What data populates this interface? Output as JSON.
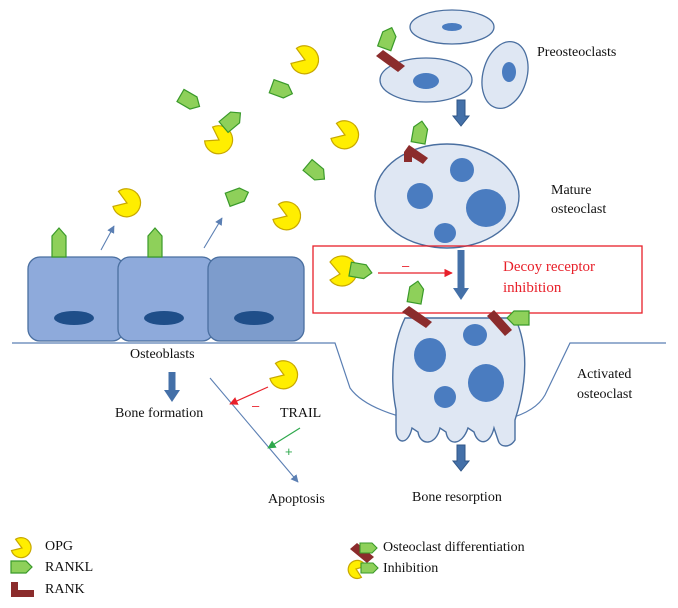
{
  "labels": {
    "preosteoclasts": "Preosteoclasts",
    "mature_osteoclast_line1": "Mature",
    "mature_osteoclast_line2": "osteoclast",
    "decoy_line1": "Decoy receptor",
    "decoy_line2": "inhibition",
    "activated_osteoclast_line1": "Activated",
    "activated_osteoclast_line2": "osteoclast",
    "osteoblasts": "Osteoblasts",
    "bone_formation": "Bone formation",
    "trail": "TRAIL",
    "apoptosis": "Apoptosis",
    "bone_resorption": "Bone resorption",
    "minus_decoy": "–",
    "minus_trail": "–",
    "plus_trail": "+"
  },
  "legend": {
    "left": [
      {
        "icon": "opg-icon",
        "label": "OPG"
      },
      {
        "icon": "rankl-icon",
        "label": "RANKL"
      },
      {
        "icon": "rank-icon",
        "label": "RANK"
      }
    ],
    "right": [
      {
        "icon": "rank-rankl-complex-icon",
        "label": "Osteoclast differentiation"
      },
      {
        "icon": "opg-rankl-complex-icon",
        "label": "Inhibition"
      }
    ]
  },
  "colors": {
    "opg": "#ffee00",
    "opg_stroke": "#c8a800",
    "rankl": "#8ed05a",
    "rankl_stroke": "#3a9a2a",
    "rank": "#8b2c2c",
    "cell_fill": "#dfe7f3",
    "cell_stroke": "#4a6fa0",
    "nucleus": "#4a7cc0",
    "osteoblast": "#8eaadb",
    "osteoblast_dark": "#7d9ccc",
    "osteoblast_nucleus": "#1f4e89",
    "arrow": "#3b6aa8",
    "inhibit": "#e8202a",
    "activate": "#2ea84c"
  }
}
